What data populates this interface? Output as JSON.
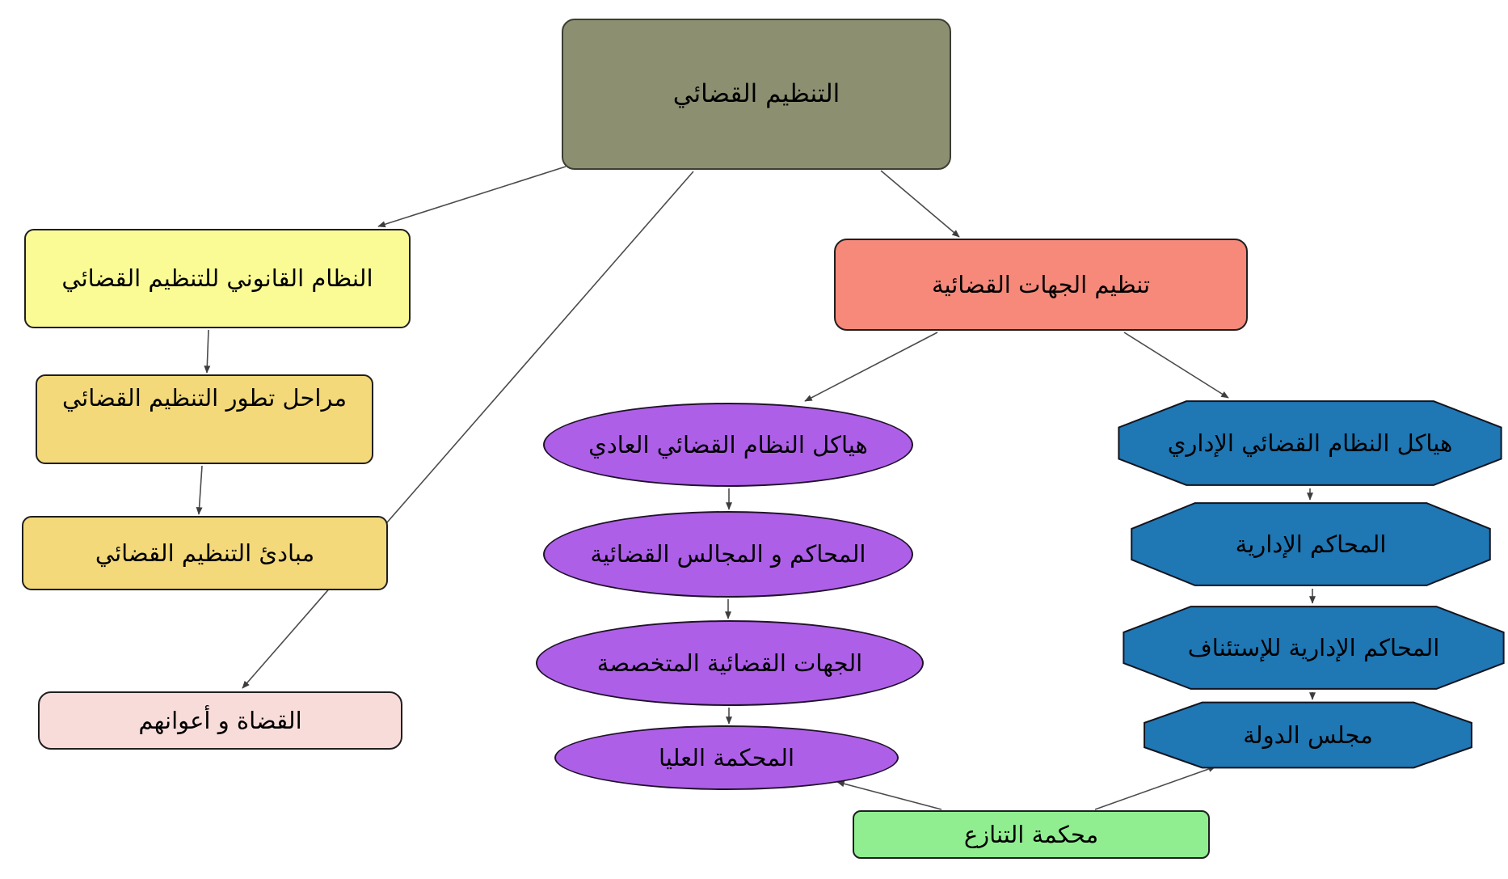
{
  "diagram": {
    "language": "ar",
    "direction": "rtl",
    "colors": {
      "root_fill": "#8D9070",
      "light_yellow_fill": "#FBFB96",
      "gold_fill": "#F3D97A",
      "pink_fill": "#F8DCDA",
      "salmon_fill": "#F6897A",
      "purple_fill": "#AE5FE8",
      "blue_fill": "#1F77B4",
      "green_fill": "#90EE90",
      "edge_stroke": "#4b4b4b"
    },
    "nodes": {
      "root": {
        "label": "التنظيم القضائي",
        "shape": "rounded-rect",
        "fill_key": "root_fill"
      },
      "legal_system": {
        "label": "النظام القانوني للتنظيم القضائي",
        "shape": "rounded-rect",
        "fill_key": "light_yellow_fill"
      },
      "development_stages": {
        "label": "مراحل تطور التنظيم القضائي",
        "shape": "rounded-rect",
        "fill_key": "gold_fill"
      },
      "principles": {
        "label": "مبادئ التنظيم القضائي",
        "shape": "rounded-rect",
        "fill_key": "gold_fill"
      },
      "judges_assistants": {
        "label": "القضاة و أعوانهم",
        "shape": "rounded-rect",
        "fill_key": "pink_fill"
      },
      "judicial_bodies": {
        "label": "تنظيم الجهات القضائية",
        "shape": "rounded-rect",
        "fill_key": "salmon_fill"
      },
      "ordinary_structures": {
        "label": "هياكل النظام القضائي العادي",
        "shape": "ellipse",
        "fill_key": "purple_fill"
      },
      "courts_councils": {
        "label": "المحاكم و المجالس القضائية",
        "shape": "ellipse",
        "fill_key": "purple_fill"
      },
      "specialized_bodies": {
        "label": "الجهات القضائية المتخصصة",
        "shape": "ellipse",
        "fill_key": "purple_fill"
      },
      "supreme_court": {
        "label": "المحكمة العليا",
        "shape": "ellipse",
        "fill_key": "purple_fill"
      },
      "admin_structures": {
        "label": "هياكل النظام القضائي الإداري",
        "shape": "octagon",
        "fill_key": "blue_fill"
      },
      "admin_courts": {
        "label": "المحاكم الإدارية",
        "shape": "octagon",
        "fill_key": "blue_fill"
      },
      "admin_appeal_courts": {
        "label": "المحاكم الإدارية للإستئناف",
        "shape": "octagon",
        "fill_key": "blue_fill"
      },
      "state_council": {
        "label": "مجلس الدولة",
        "shape": "octagon",
        "fill_key": "blue_fill"
      },
      "conflict_court": {
        "label": "محكمة التنازع",
        "shape": "rounded-rect",
        "fill_key": "green_fill"
      }
    },
    "edges": [
      {
        "from": "root",
        "to": "legal_system"
      },
      {
        "from": "root",
        "to": "judges_assistants"
      },
      {
        "from": "root",
        "to": "judicial_bodies"
      },
      {
        "from": "legal_system",
        "to": "development_stages"
      },
      {
        "from": "development_stages",
        "to": "principles"
      },
      {
        "from": "judicial_bodies",
        "to": "ordinary_structures"
      },
      {
        "from": "judicial_bodies",
        "to": "admin_structures"
      },
      {
        "from": "ordinary_structures",
        "to": "courts_councils"
      },
      {
        "from": "courts_councils",
        "to": "specialized_bodies"
      },
      {
        "from": "specialized_bodies",
        "to": "supreme_court"
      },
      {
        "from": "admin_structures",
        "to": "admin_courts"
      },
      {
        "from": "admin_courts",
        "to": "admin_appeal_courts"
      },
      {
        "from": "admin_appeal_courts",
        "to": "state_council"
      },
      {
        "from": "conflict_court",
        "to": "supreme_court"
      },
      {
        "from": "conflict_court",
        "to": "state_council"
      }
    ]
  }
}
